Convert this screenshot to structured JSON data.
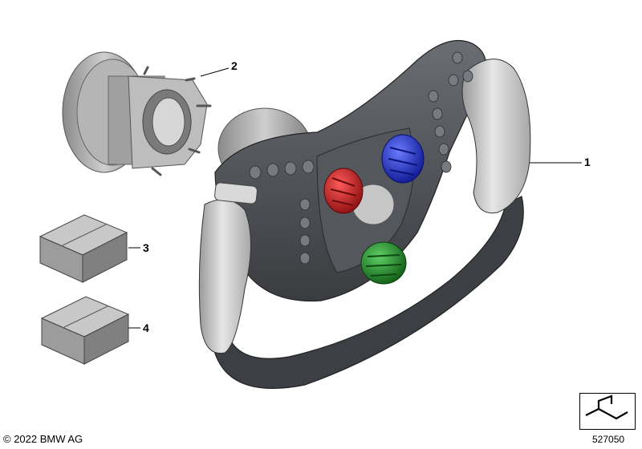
{
  "diagram": {
    "callouts": [
      {
        "id": "1",
        "label": "1",
        "part": "steering-wheel"
      },
      {
        "id": "2",
        "label": "2",
        "part": "steering-hub"
      },
      {
        "id": "3",
        "label": "3",
        "part": "box-part-3"
      },
      {
        "id": "4",
        "label": "4",
        "part": "box-part-4"
      }
    ],
    "colors": {
      "wheel_body": "#4a4d52",
      "grip": "#d3d3d3",
      "red_knob": "#c41a1a",
      "blue_knob": "#1a2fd8",
      "green_knob": "#1e8a25",
      "hub": "#a9a9a9",
      "box": "#9e9e9e"
    }
  },
  "footer": {
    "copyright": "© 2022 BMW AG",
    "drawing_number": "527050"
  }
}
